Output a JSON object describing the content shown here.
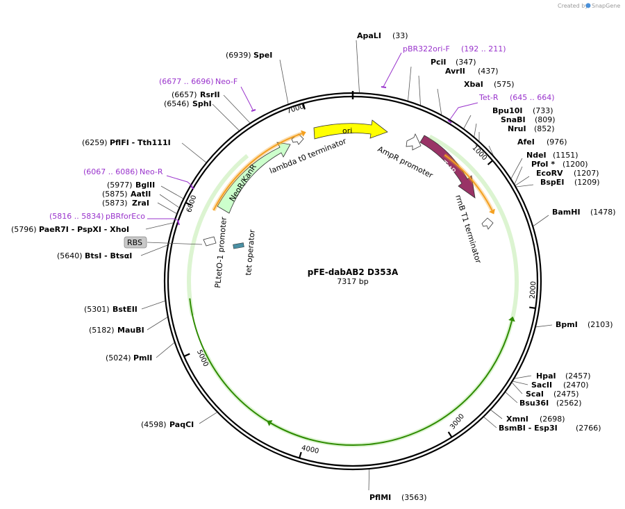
{
  "credit": {
    "prefix": "Created by",
    "brand": "SnapGene"
  },
  "plasmid": {
    "name": "pFE-dabAB2 D353A",
    "length": "7317 bp"
  },
  "ticks": [
    "1000",
    "2000",
    "3000",
    "4000",
    "5000",
    "6000",
    "7000"
  ],
  "sites": [
    {
      "name": "ApaLI",
      "pos": "(33)"
    },
    {
      "name": "PciI",
      "pos": "(347)"
    },
    {
      "name": "AvrII",
      "pos": "(437)"
    },
    {
      "name": "XbaI",
      "pos": "(575)"
    },
    {
      "name": "Bpu10I",
      "pos": "(733)"
    },
    {
      "name": "SnaBI",
      "pos": "(809)"
    },
    {
      "name": "NruI",
      "pos": "(852)"
    },
    {
      "name": "AfeI",
      "pos": "(976)"
    },
    {
      "name": "NdeI",
      "pos": "(1151)"
    },
    {
      "name": "PfoI *",
      "pos": "(1200)"
    },
    {
      "name": "EcoRV",
      "pos": "(1207)"
    },
    {
      "name": "BspEI",
      "pos": "(1209)"
    },
    {
      "name": "BamHI",
      "pos": "(1478)"
    },
    {
      "name": "BpmI",
      "pos": "(2103)"
    },
    {
      "name": "HpaI",
      "pos": "(2457)"
    },
    {
      "name": "SacII",
      "pos": "(2470)"
    },
    {
      "name": "ScaI",
      "pos": "(2475)"
    },
    {
      "name": "Bsu36I",
      "pos": "(2562)"
    },
    {
      "name": "XmnI",
      "pos": "(2698)"
    },
    {
      "name": "BsmBI  - Esp3I",
      "pos": "(2766)"
    },
    {
      "name": "PflMI",
      "pos": "(3563)"
    },
    {
      "name": "PaqCI",
      "pos": "(4598)"
    },
    {
      "name": "PmlI",
      "pos": "(5024)"
    },
    {
      "name": "MauBI",
      "pos": "(5182)"
    },
    {
      "name": "BstEII",
      "pos": "(5301)"
    },
    {
      "name": "BtsI  - BtsαI",
      "pos": "(5640)"
    },
    {
      "name": "PaeR7I  - PspXI  - XhoI",
      "pos": "(5796)"
    },
    {
      "name": "ZraI",
      "pos": "(5873)"
    },
    {
      "name": "AatII",
      "pos": "(5875)"
    },
    {
      "name": "BglII",
      "pos": "(5977)"
    },
    {
      "name": "PflFI  - Tth111I",
      "pos": "(6259)"
    },
    {
      "name": "SphI",
      "pos": "(6546)"
    },
    {
      "name": "RsrII",
      "pos": "(6657)"
    },
    {
      "name": "SpeI",
      "pos": "(6939)"
    }
  ],
  "primers": [
    {
      "name": "pBR322ori-F",
      "range": "(192 .. 211)"
    },
    {
      "name": "Tet-R",
      "range": "(645 .. 664)"
    },
    {
      "name": "Neo-F",
      "range": "(6677 .. 6696)"
    },
    {
      "name": "Neo-R",
      "range": "(6067 .. 6086)"
    },
    {
      "name": "pBRforEco",
      "range": "(5816 .. 5834)"
    }
  ],
  "features": {
    "ori": "ori",
    "tetr": "TetR",
    "neokan": "NeoR/KanR",
    "lambda": "lambda t0 terminator",
    "ampr_promoter": "AmpR promoter",
    "rrnb": "rrnB T1 terminator",
    "pltet": "PLtetO-1 promoter",
    "tetop": "tet operator",
    "rbs": "RBS"
  },
  "colors": {
    "ori": "#ffff00",
    "tetr": "#993366",
    "neokan": "#ccffcc",
    "orange_arc": "#f4a020",
    "green_arc": "#2e8b00",
    "primer": "#9933cc"
  }
}
